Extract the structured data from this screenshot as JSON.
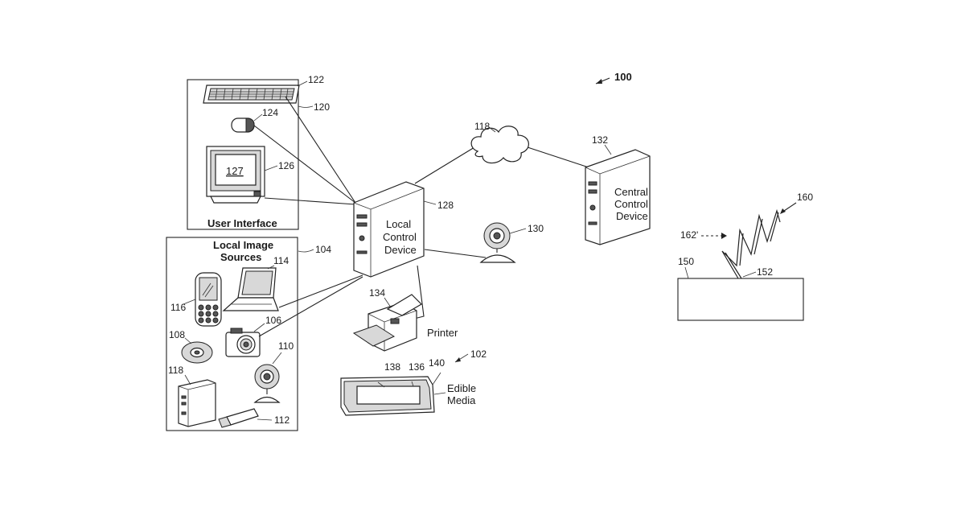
{
  "figure": {
    "ref_main": "100",
    "boxes": {
      "user_interface": {
        "title": "User Interface",
        "ref": "120"
      },
      "local_image_sources": {
        "title_line1": "Local Image",
        "title_line2": "Sources",
        "ref": "104"
      }
    },
    "devices": {
      "keyboard": {
        "ref": "122"
      },
      "mouse": {
        "ref": "124"
      },
      "monitor": {
        "ref": "126",
        "screen_ref": "127"
      },
      "local_control_device": {
        "ref": "128",
        "line1": "Local",
        "line2": "Control",
        "line3": "Device"
      },
      "central_control_device": {
        "ref": "132",
        "line1": "Central",
        "line2": "Control",
        "line3": "Device"
      },
      "network_cloud": {
        "ref": "118"
      },
      "webcam_right": {
        "ref": "130"
      },
      "printer": {
        "ref": "134",
        "label": "Printer"
      },
      "print_assembly": {
        "ref": "102"
      },
      "edible_media": {
        "ref_a": "138",
        "ref_b": "136",
        "ref_c": "140",
        "line1": "Edible",
        "line2": "Media"
      },
      "phone": {
        "ref": "116"
      },
      "laptop": {
        "ref": "114"
      },
      "disc": {
        "ref": "108"
      },
      "camera": {
        "ref": "106"
      },
      "webcam_left": {
        "ref": "110"
      },
      "tower": {
        "ref": "118"
      },
      "usb_drive": {
        "ref": "112"
      }
    },
    "detail": {
      "surface_ref": "150",
      "point_ref": "152",
      "wave_ref": "160",
      "incident_ref": "162'"
    }
  }
}
